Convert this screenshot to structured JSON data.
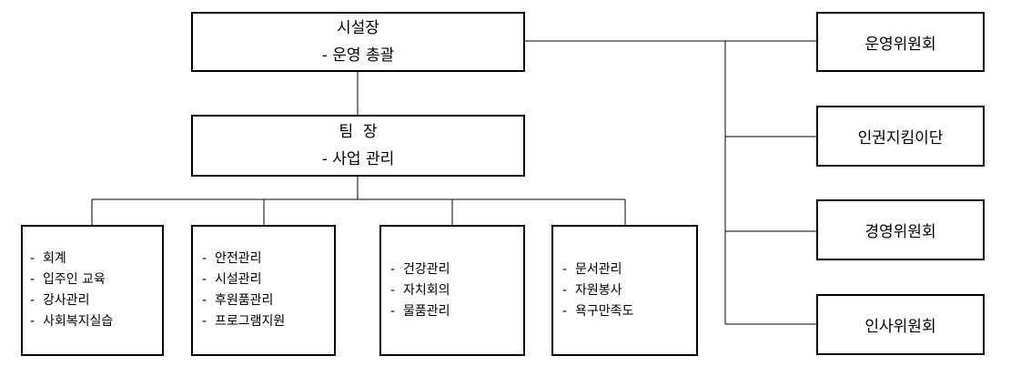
{
  "head": {
    "line1": "시설장",
    "line2": "- 운영 총괄"
  },
  "team": {
    "line1": "팀  장",
    "line2": "- 사업 관리"
  },
  "committees": [
    "운영위원회",
    "인권지킴이단",
    "경영위원회",
    "인사위원회"
  ],
  "departments": [
    {
      "items": [
        "-  회계",
        "-  입주인 교육",
        "-  강사관리",
        "-  사회복지실습"
      ]
    },
    {
      "items": [
        "-  안전관리",
        "-  시설관리",
        "-  후원품관리",
        "-  프로그램지원"
      ]
    },
    {
      "items": [
        "-  건강관리",
        "-  자치회의",
        "-  물품관리"
      ]
    },
    {
      "items": [
        "-  문서관리",
        "-  자원봉사",
        "-  욕구만족도"
      ]
    }
  ]
}
